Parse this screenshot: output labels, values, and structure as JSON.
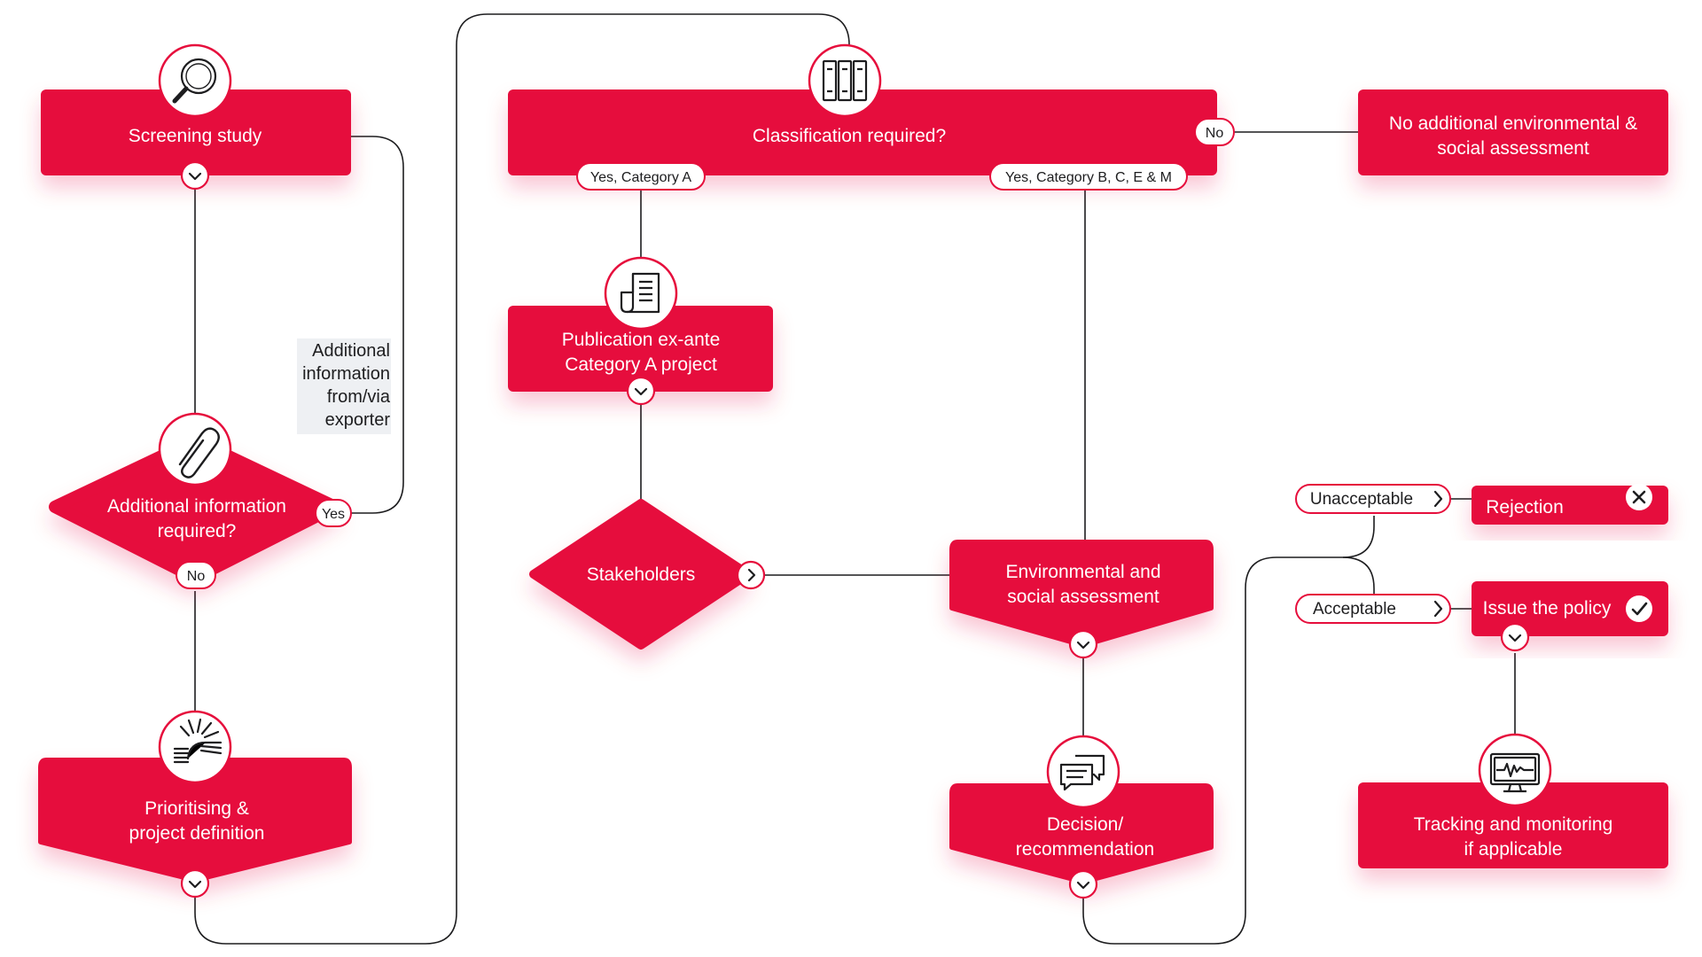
{
  "colors": {
    "node": "#e60e3c",
    "line": "#1d1d1f",
    "icon_stroke": "#1d1d1f",
    "background": "#ffffff",
    "note_background": "#eef0f3"
  },
  "nodes": {
    "screening": {
      "text": "Screening study",
      "icon": "magnifier-icon"
    },
    "additional_info": {
      "line1": "Additional information",
      "line2": "required?",
      "icon": "paperclip-icon"
    },
    "prioritising": {
      "line1": "Prioritising &",
      "line2": "project definition",
      "icon": "sunrise-icon"
    },
    "classification": {
      "text": "Classification required?",
      "icon": "binders-icon"
    },
    "no_additional": {
      "line1": "No additional environmental &",
      "line2": "social assessment"
    },
    "publication": {
      "line1": "Publication ex-ante",
      "line2": "Category A project",
      "icon": "document-icon"
    },
    "stakeholders": {
      "text": "Stakeholders"
    },
    "env_assessment": {
      "line1": "Environmental and",
      "line2": "social assessment"
    },
    "decision": {
      "line1": "Decision/",
      "line2": "recommendation",
      "icon": "chat-bubbles-icon"
    },
    "rejection": {
      "text": "Rejection",
      "icon": "close-icon"
    },
    "issue_policy": {
      "text": "Issue the policy",
      "icon": "check-icon"
    },
    "tracking": {
      "line1": "Tracking and monitoring",
      "line2": "if applicable",
      "icon": "monitor-icon"
    }
  },
  "labels": {
    "yes": "Yes",
    "no_left": "No",
    "no_right": "No",
    "yes_cat_a": "Yes, Category A",
    "yes_cat_bcem": "Yes, Category B, C, E & M",
    "unacceptable": "Unacceptable",
    "acceptable": "Acceptable"
  },
  "note": {
    "lines": [
      "Additional",
      "information",
      "from/via",
      "exporter"
    ]
  }
}
